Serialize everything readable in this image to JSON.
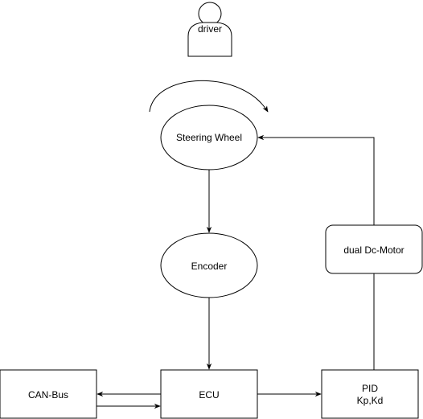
{
  "nodes": {
    "driver": "driver",
    "steering_wheel": "Steering Wheel",
    "encoder": "Encoder",
    "ecu": "ECU",
    "can_bus": "CAN-Bus",
    "pid_line1": "PID",
    "pid_line2": "Kp,Kd",
    "motor": "dual Dc-Motor"
  }
}
